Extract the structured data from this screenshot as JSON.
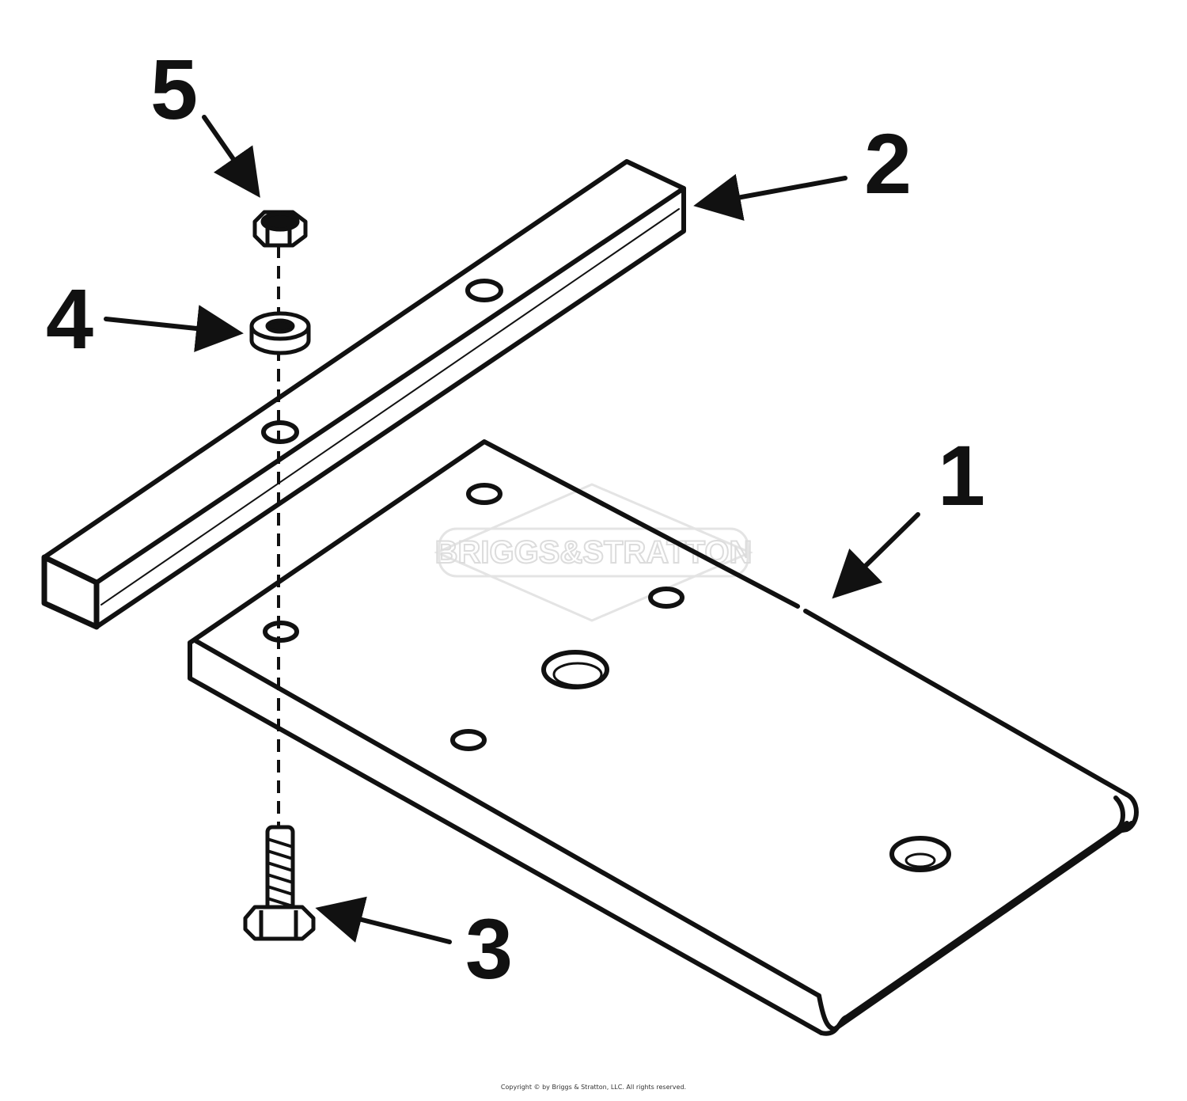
{
  "diagram": {
    "callouts": [
      {
        "number": "1",
        "part": "plate"
      },
      {
        "number": "2",
        "part": "bar"
      },
      {
        "number": "3",
        "part": "bolt"
      },
      {
        "number": "4",
        "part": "washer"
      },
      {
        "number": "5",
        "part": "nut"
      }
    ],
    "watermark": "BRIGGS&STRATTON",
    "copyright": "Copyright © by Briggs & Stratton, LLC. All rights reserved.",
    "colors": {
      "line": "#111111",
      "background": "#ffffff",
      "watermark": "#dcdcdc"
    }
  }
}
